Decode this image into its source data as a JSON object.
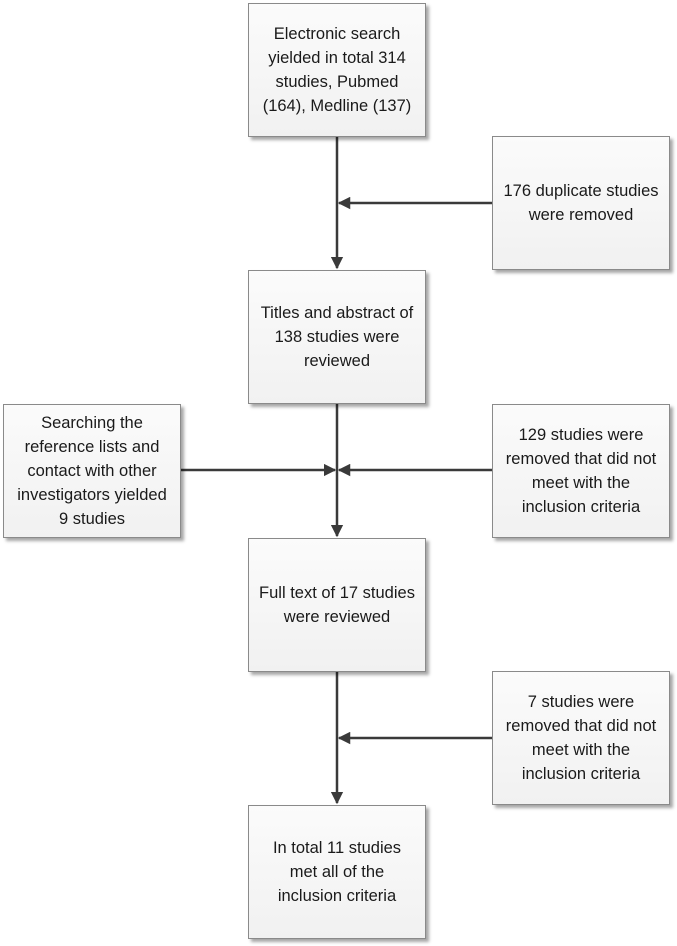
{
  "flowchart": {
    "boxes": [
      {
        "id": "electronic-search",
        "text": "Electronic search yielded in total 314 studies, Pubmed (164), Medline (137)"
      },
      {
        "id": "duplicates-removed",
        "text": "176 duplicate studies were removed"
      },
      {
        "id": "titles-abstracts-reviewed",
        "text": "Titles and abstract of 138 studies were reviewed"
      },
      {
        "id": "reference-search",
        "text": "Searching the reference lists and contact with other investigators yielded 9 studies"
      },
      {
        "id": "excluded-after-screening",
        "text": "129 studies were removed that did not meet with the inclusion criteria"
      },
      {
        "id": "full-text-reviewed",
        "text": "Full text of 17 studies were reviewed"
      },
      {
        "id": "excluded-after-full-text",
        "text": "7 studies were removed that did not meet with the inclusion criteria"
      },
      {
        "id": "included-studies",
        "text": "In total 11 studies met all of the inclusion criteria"
      }
    ],
    "colors": {
      "line": "#3a3a3a",
      "box_border": "#8a8a8a",
      "box_fill": "#f4f4f4"
    }
  }
}
